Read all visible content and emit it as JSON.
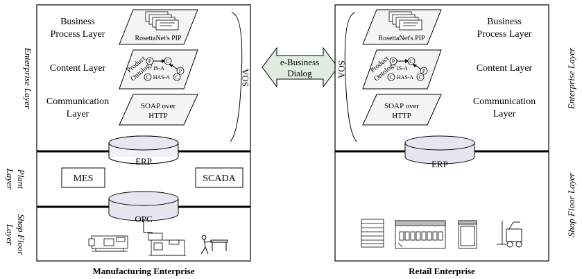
{
  "left": {
    "side_layers": {
      "enterprise": "Enterprise Layer",
      "plant_line1": "Plant",
      "plant_line2": "Layer",
      "shop_line1": "Shop Floor",
      "shop_line2": "Layer"
    },
    "business_line1": "Business",
    "business_line2": "Process Layer",
    "content": "Content Layer",
    "communication_line1": "Communication",
    "communication_line2": "Layer",
    "soa": "SOA",
    "erp": "ERP",
    "mes": "MES",
    "scada": "SCADA",
    "opc": "OPC",
    "caption": "Manufacturing Enterprise"
  },
  "right": {
    "side_layers": {
      "enterprise": "Enterprise Layer",
      "shop": "Shop Floor Layer"
    },
    "business_line1": "Business",
    "business_line2": "Process Layer",
    "content": "Content Layer",
    "communication_line1": "Communication",
    "communication_line2": "Layer",
    "soa": "SOA",
    "erp": "ERP",
    "caption": "Retail  Enterprise"
  },
  "plates": {
    "pip": "RosettaNet's PIP",
    "ontology_line1": "Product",
    "ontology_line2": "Ontology",
    "p": "P",
    "c": "C",
    "is_a": "IS-A",
    "has_a": "HAS-A",
    "soap_line1": "SOAP over",
    "soap_line2": "HTTP"
  },
  "dialog": {
    "line1": "e-Business",
    "line2": "Dialog"
  }
}
